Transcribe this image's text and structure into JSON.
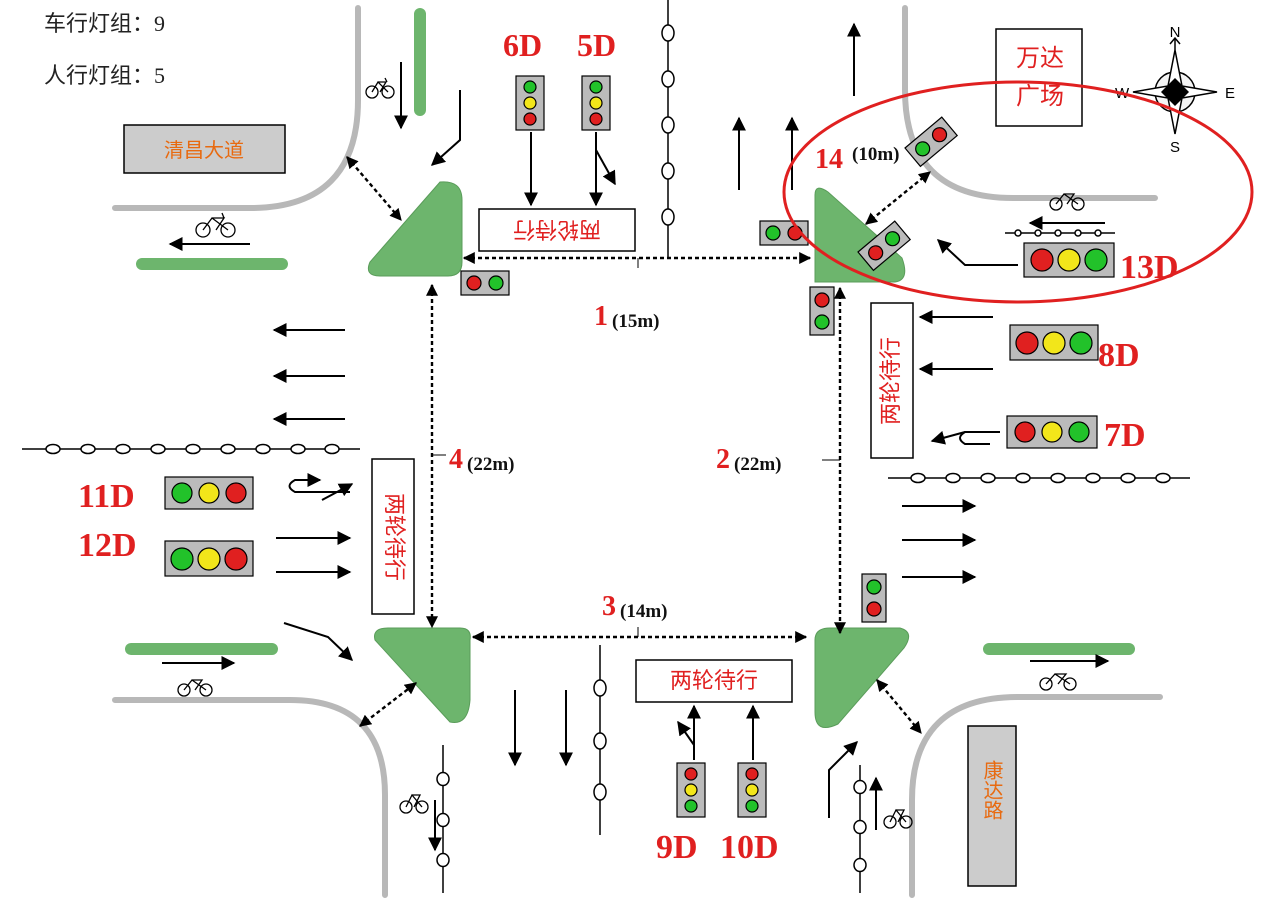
{
  "info": {
    "vehicle_groups": "车行灯组：9",
    "pedestrian_groups": "人行灯组：5"
  },
  "roads": {
    "west": "清昌大道",
    "south": "康达路",
    "plaza": "万达广场"
  },
  "wait_zone": "两轮待行",
  "compass": {
    "n": "N",
    "s": "S",
    "e": "E",
    "w": "W"
  },
  "crosswalks": [
    {
      "id": "1",
      "len": "(15m)"
    },
    {
      "id": "2",
      "len": "(22m)"
    },
    {
      "id": "3",
      "len": "(14m)"
    },
    {
      "id": "4",
      "len": "(22m)"
    },
    {
      "id": "14",
      "len": "(10m)"
    }
  ],
  "signals": {
    "s5": "5D",
    "s6": "6D",
    "s7": "7D",
    "s8": "8D",
    "s9": "9D",
    "s10": "10D",
    "s11": "11D",
    "s12": "12D",
    "s13": "13D"
  },
  "colors": {
    "red": "#e02020",
    "yellow": "#f2e61a",
    "green": "#22c22a",
    "island": "#6db56d",
    "curb": "#b8b8b8",
    "box": "#cccccc",
    "label": "#e86a10"
  }
}
